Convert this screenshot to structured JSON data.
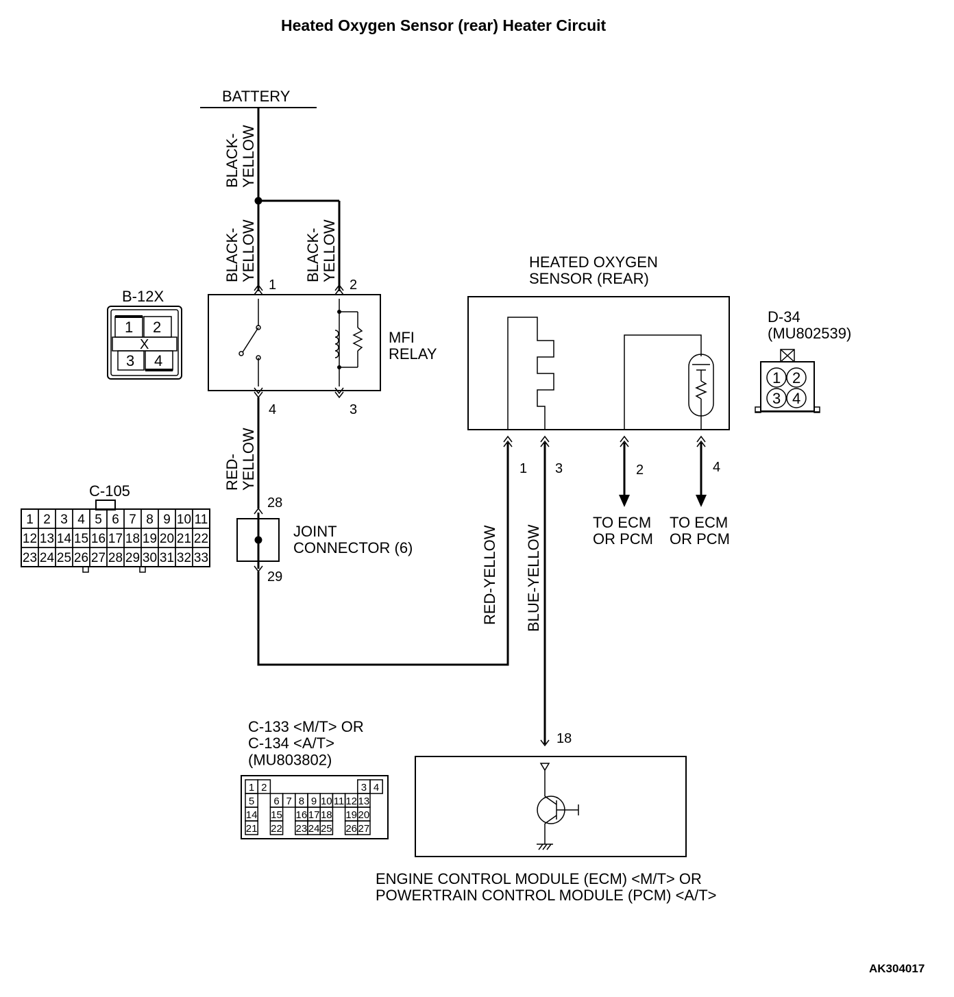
{
  "title": "Heated Oxygen Sensor (rear) Heater Circuit",
  "figure_code": "AK304017",
  "battery": {
    "label": "BATTERY"
  },
  "wires": {
    "battery_feed": "BLACK-\nYELLOW",
    "relay_pin1": "BLACK-\nYELLOW",
    "relay_pin2": "BLACK-\nYELLOW",
    "relay_out": "RED-\nYELLOW",
    "sensor_pin1": "RED-YELLOW",
    "sensor_pin3": "BLUE-YELLOW"
  },
  "relay": {
    "label": "MFI\nRELAY",
    "connector": "B-12X",
    "pins": {
      "p1": "1",
      "p2": "2",
      "p3": "3",
      "p4": "4"
    },
    "connector_cells": [
      "1",
      "2",
      "X",
      "3",
      "4"
    ]
  },
  "joint": {
    "label": "JOINT\nCONNECTOR (6)",
    "pin_in": "28",
    "pin_out": "29",
    "connector": "C-105",
    "cells": [
      [
        "1",
        "2",
        "3",
        "4",
        "5",
        "6",
        "7",
        "8",
        "9",
        "10",
        "11"
      ],
      [
        "12",
        "13",
        "14",
        "15",
        "16",
        "17",
        "18",
        "19",
        "20",
        "21",
        "22"
      ],
      [
        "23",
        "24",
        "25",
        "26",
        "27",
        "28",
        "29",
        "30",
        "31",
        "32",
        "33"
      ]
    ]
  },
  "sensor": {
    "label": "HEATED OXYGEN\nSENSOR (REAR)",
    "connector": "D-34\n(MU802539)",
    "pins": {
      "p1": "1",
      "p2": "2",
      "p3": "3",
      "p4": "4"
    },
    "connector_cells": [
      "1",
      "2",
      "3",
      "4"
    ],
    "to_ecm_a": "TO ECM\nOR PCM",
    "to_ecm_b": "TO ECM\nOR PCM"
  },
  "ecm": {
    "label": "ENGINE CONTROL MODULE (ECM) <M/T> OR\nPOWERTRAIN CONTROL MODULE (PCM) <A/T>",
    "pin": "18",
    "connector": "C-133 <M/T> OR\nC-134 <A/T>\n(MU803802)",
    "cells": [
      [
        "1",
        "2",
        "",
        "",
        "",
        "",
        "",
        "",
        "",
        "3",
        "4"
      ],
      [
        "5",
        "",
        "6",
        "7",
        "8",
        "9",
        "10",
        "11",
        "12",
        "13",
        ""
      ],
      [
        "14",
        "",
        "15",
        "",
        "16",
        "17",
        "18",
        "",
        "19",
        "20",
        ""
      ],
      [
        "21",
        "",
        "22",
        "",
        "23",
        "24",
        "25",
        "",
        "26",
        "27",
        ""
      ]
    ]
  }
}
